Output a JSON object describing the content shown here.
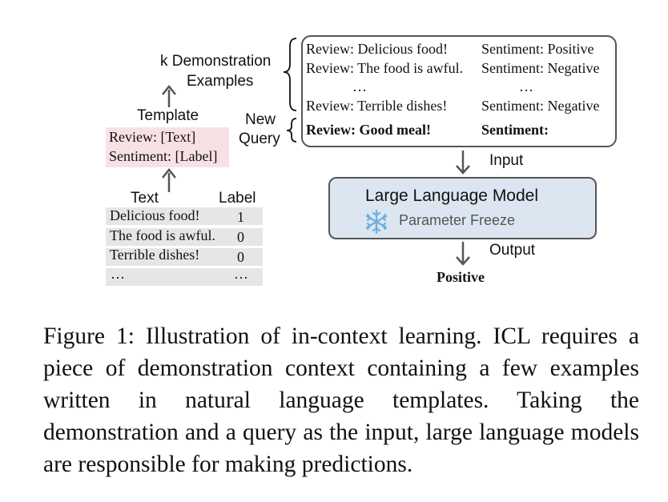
{
  "left_panel": {
    "k_label_line1": "k Demonstration",
    "k_label_line2": "Examples",
    "template_label": "Template",
    "template_line1": "Review: [Text]",
    "template_line2": "Sentiment: [Label]",
    "new_query_line1": "New",
    "new_query_line2": "Query",
    "table": {
      "header_text": "Text",
      "header_label": "Label",
      "rows": [
        {
          "text": "Delicious food!",
          "label": "1"
        },
        {
          "text": "The food is awful.",
          "label": "0"
        },
        {
          "text": "Terrible dishes!",
          "label": "0"
        },
        {
          "text": "…",
          "label": "…"
        }
      ]
    }
  },
  "demo_box": {
    "rows": [
      {
        "review": "Review: Delicious food!",
        "sentiment": "Sentiment: Positive"
      },
      {
        "review": "Review: The food is awful.",
        "sentiment": "Sentiment: Negative"
      },
      {
        "review": "…",
        "sentiment": "…"
      },
      {
        "review": "Review: Terrible dishes!",
        "sentiment": "Sentiment: Negative"
      }
    ],
    "query_review": "Review: Good meal!",
    "query_sentiment": "Sentiment:"
  },
  "flow": {
    "input_label": "Input",
    "output_label": "Output",
    "prediction": "Positive"
  },
  "llm": {
    "title": "Large Language Model",
    "subtitle": "Parameter Freeze",
    "freeze_icon": "snowflake-icon",
    "freeze_color": "#6ab0e0",
    "box_fill": "#dbe6f0"
  },
  "caption": "Figure 1: Illustration of in-context learning. ICL requires a piece of demonstration context containing a few examples written in natural language templates. Taking the demonstration and a query as the input, large language models are responsible for making predictions."
}
